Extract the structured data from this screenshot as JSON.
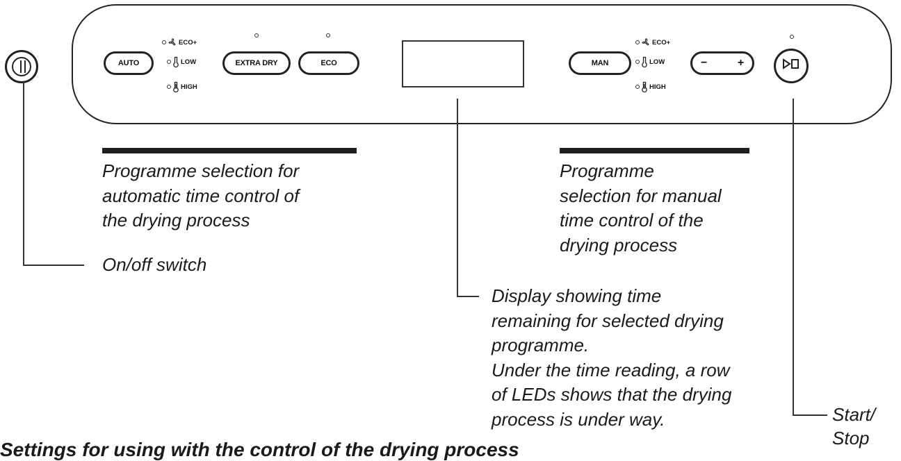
{
  "panel": {
    "auto_label": "AUTO",
    "extra_dry_label": "EXTRA DRY",
    "eco_label": "ECO",
    "man_label": "MAN",
    "minus_symbol": "−",
    "plus_symbol": "+",
    "modes": [
      "ECO+",
      "LOW",
      "HIGH"
    ]
  },
  "captions": {
    "auto_programme": [
      "Programme selection for",
      "automatic time control of",
      "the drying process"
    ],
    "on_off": "On/off switch",
    "manual_programme": [
      "Programme",
      "selection for manual",
      "time control of the",
      "drying process"
    ],
    "display": [
      "Display showing time",
      "remaining for selected drying",
      "programme.",
      "Under the time reading, a row",
      "of LEDs shows that the drying",
      "process is under way."
    ],
    "start_stop": [
      "Start/",
      "Stop"
    ]
  },
  "bottom_text": "Settings for using with the control of the drying process",
  "colors": {
    "ink": "#1a1a1a",
    "background": "#ffffff"
  }
}
